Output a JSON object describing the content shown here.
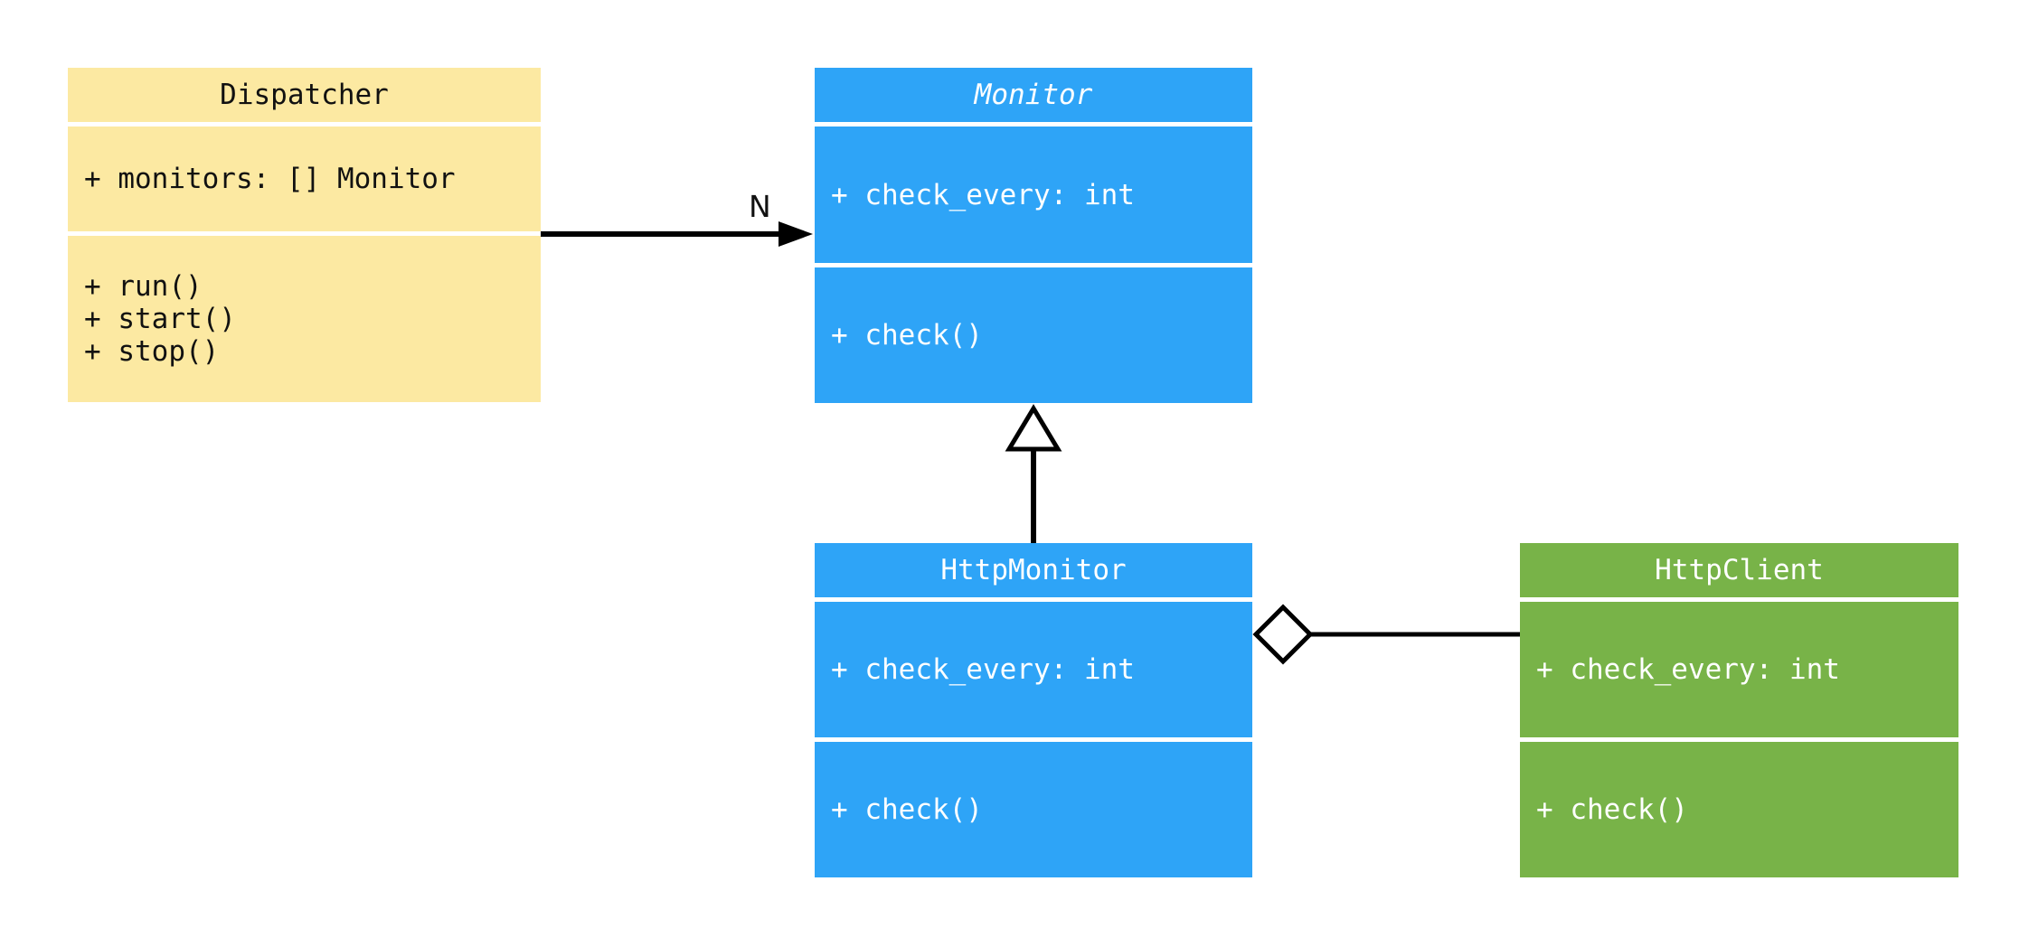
{
  "colors": {
    "yellow": "#FCE9A2",
    "blue": "#2EA4F7",
    "green": "#78B348",
    "line": "#000000"
  },
  "classes": {
    "dispatcher": {
      "name": "Dispatcher",
      "attributes": [
        "+ monitors: [] Monitor"
      ],
      "methods": [
        "+ run()",
        "+ start()",
        "+ stop()"
      ]
    },
    "monitor": {
      "name": "Monitor",
      "style": "abstract (italic title)",
      "attributes": [
        "+ check_every: int"
      ],
      "methods": [
        "+ check()"
      ]
    },
    "http_monitor": {
      "name": "HttpMonitor",
      "attributes": [
        "+ check_every: int"
      ],
      "methods": [
        "+ check()"
      ]
    },
    "http_client": {
      "name": "HttpClient",
      "attributes": [
        "+ check_every: int"
      ],
      "methods": [
        "+ check()"
      ]
    }
  },
  "relations": {
    "dispatcher_to_monitor": {
      "type": "association-arrow",
      "from": "Dispatcher",
      "to": "Monitor",
      "label": "N"
    },
    "httpmonitor_to_monitor": {
      "type": "generalization-hollow-triangle",
      "from": "HttpMonitor",
      "to": "Monitor"
    },
    "httpmonitor_to_httpclient": {
      "type": "aggregation-hollow-diamond",
      "from": "HttpMonitor",
      "to": "HttpClient"
    }
  }
}
